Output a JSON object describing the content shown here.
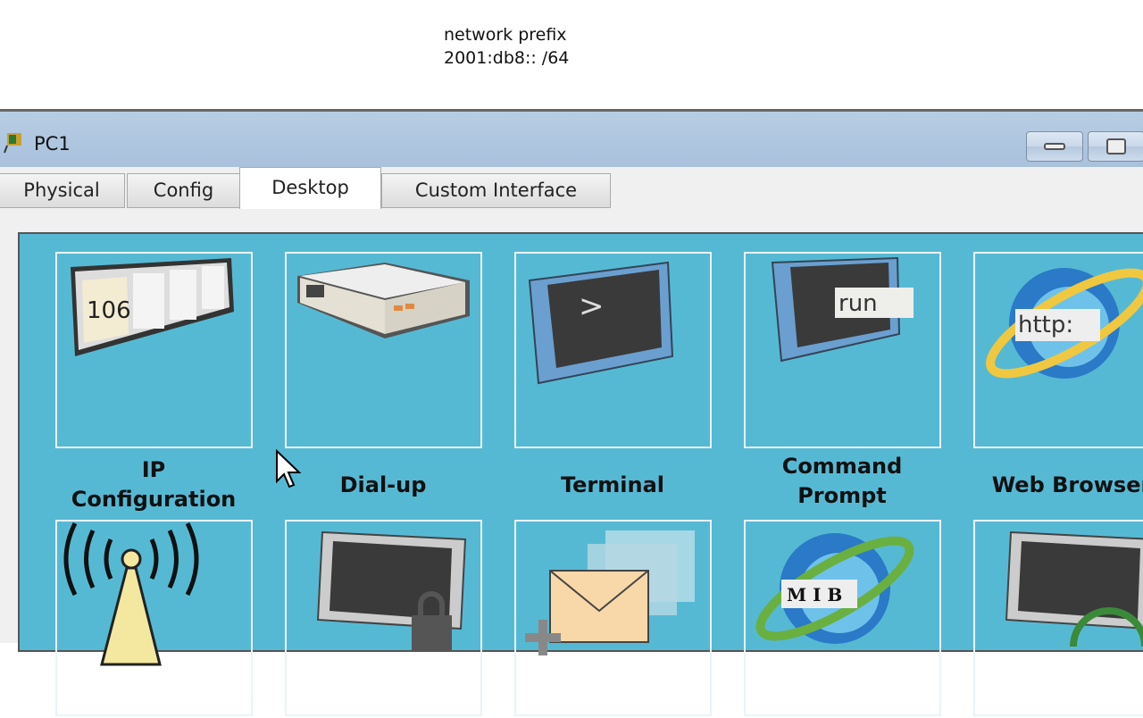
{
  "annotation": {
    "line1": "network prefix",
    "line2": "2001:db8:: /64"
  },
  "window": {
    "title": "PC1",
    "minimize": "minimize",
    "maximize": "maximize"
  },
  "tabs": [
    {
      "label": "Physical"
    },
    {
      "label": "Config"
    },
    {
      "label": "Desktop",
      "active": true
    },
    {
      "label": "Custom Interface"
    }
  ],
  "desktop": {
    "apps": [
      {
        "label": "IP\nConfiguration",
        "icon": "ip-config-icon",
        "icon_text": "106"
      },
      {
        "label": "Dial-up",
        "icon": "modem-icon"
      },
      {
        "label": "Terminal",
        "icon": "terminal-icon",
        "icon_text": ">"
      },
      {
        "label": "Command\nPrompt",
        "icon": "command-prompt-icon",
        "icon_text": "run"
      },
      {
        "label": "Web Browser",
        "icon": "web-browser-icon",
        "icon_text": "http:"
      },
      {
        "icon": "wireless-icon"
      },
      {
        "icon": "vpn-icon"
      },
      {
        "icon": "email-icon"
      },
      {
        "icon": "mib-browser-icon",
        "icon_text": "M I B"
      },
      {
        "icon": "monitor-headset-icon"
      }
    ]
  },
  "colors": {
    "desktop_bg": "#56b9d4",
    "titlebar": "#b0c7df"
  }
}
